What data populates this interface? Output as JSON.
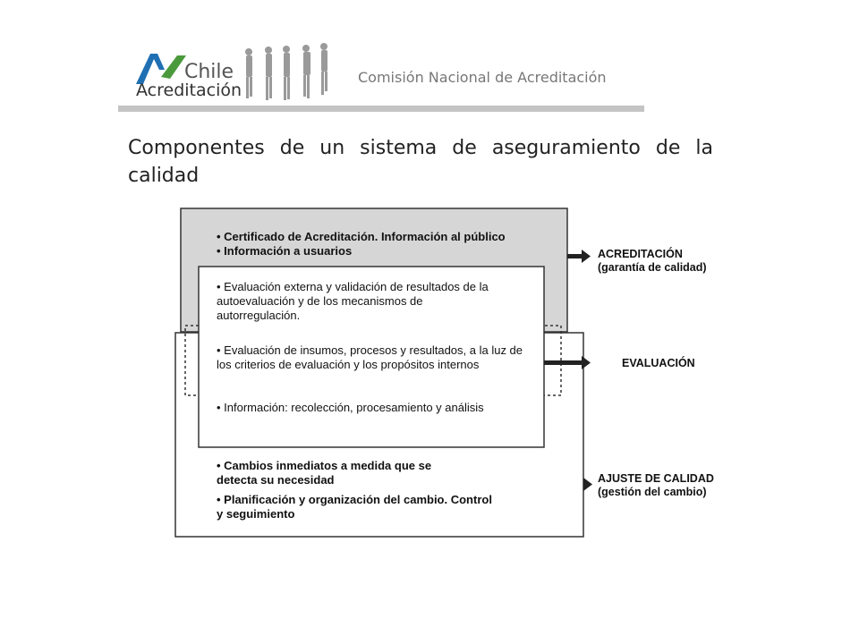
{
  "header": {
    "logo": {
      "chile_text": "Chile",
      "acreditacion_text": "Acreditación"
    },
    "organization": "Comisión Nacional de Acreditación",
    "colors": {
      "logo_blue": "#1f6fb3",
      "logo_green": "#4a9a3c",
      "bar": "#c4c4c4"
    }
  },
  "title": "Componentes de un sistema de aseguramiento de la calidad",
  "diagram": {
    "outer_box": {
      "items": [
        "• Certificado de Acreditación. Información al público",
        "• Información a usuarios"
      ]
    },
    "inner_box": {
      "items": [
        "• Evaluación externa y validación de resultados de la autoevaluación y de los mecanismos de autorregulación.",
        "• Evaluación de insumos, procesos y resultados, a la luz de los criterios de evaluación y los propósitos internos",
        "• Información: recolección, procesamiento y análisis"
      ]
    },
    "bottom_box": {
      "items": [
        "• Cambios inmediatos a medida que se detecta su necesidad",
        "• Planificación y organización del cambio. Control y seguimiento"
      ]
    },
    "labels": {
      "acreditacion": "ACREDITACIÓN",
      "acreditacion_sub": "(garantía de calidad)",
      "evaluacion": "EVALUACIÓN",
      "ajuste": "AJUSTE DE CALIDAD",
      "ajuste_sub": "(gestión del cambio)"
    },
    "colors": {
      "grey_fill": "#d6d6d6",
      "stroke": "#333333"
    }
  }
}
